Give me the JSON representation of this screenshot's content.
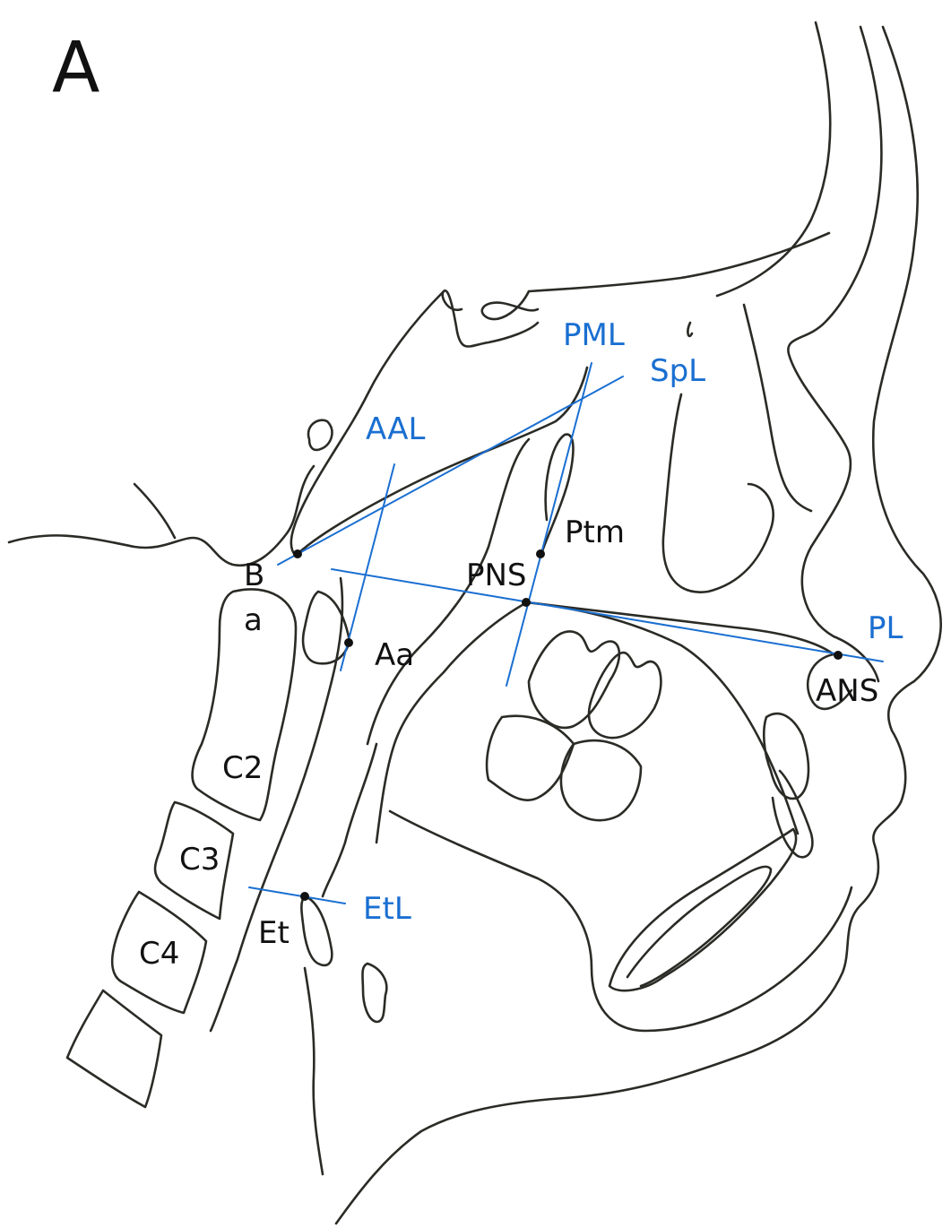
{
  "panel_label": "A",
  "colors": {
    "outline": "#2b2b26",
    "reference_line": "#1a6fd1",
    "landmark_label": "#111111"
  },
  "landmark_labels": {
    "B": "B",
    "a": "a",
    "Aa": "Aa",
    "PNS": "PNS",
    "Ptm": "Ptm",
    "ANS": "ANS",
    "C2": "C2",
    "C3": "C3",
    "C4": "C4",
    "Et": "Et"
  },
  "line_labels": {
    "PML": "PML",
    "SpL": "SpL",
    "AAL": "AAL",
    "PL": "PL",
    "EtL": "EtL"
  }
}
